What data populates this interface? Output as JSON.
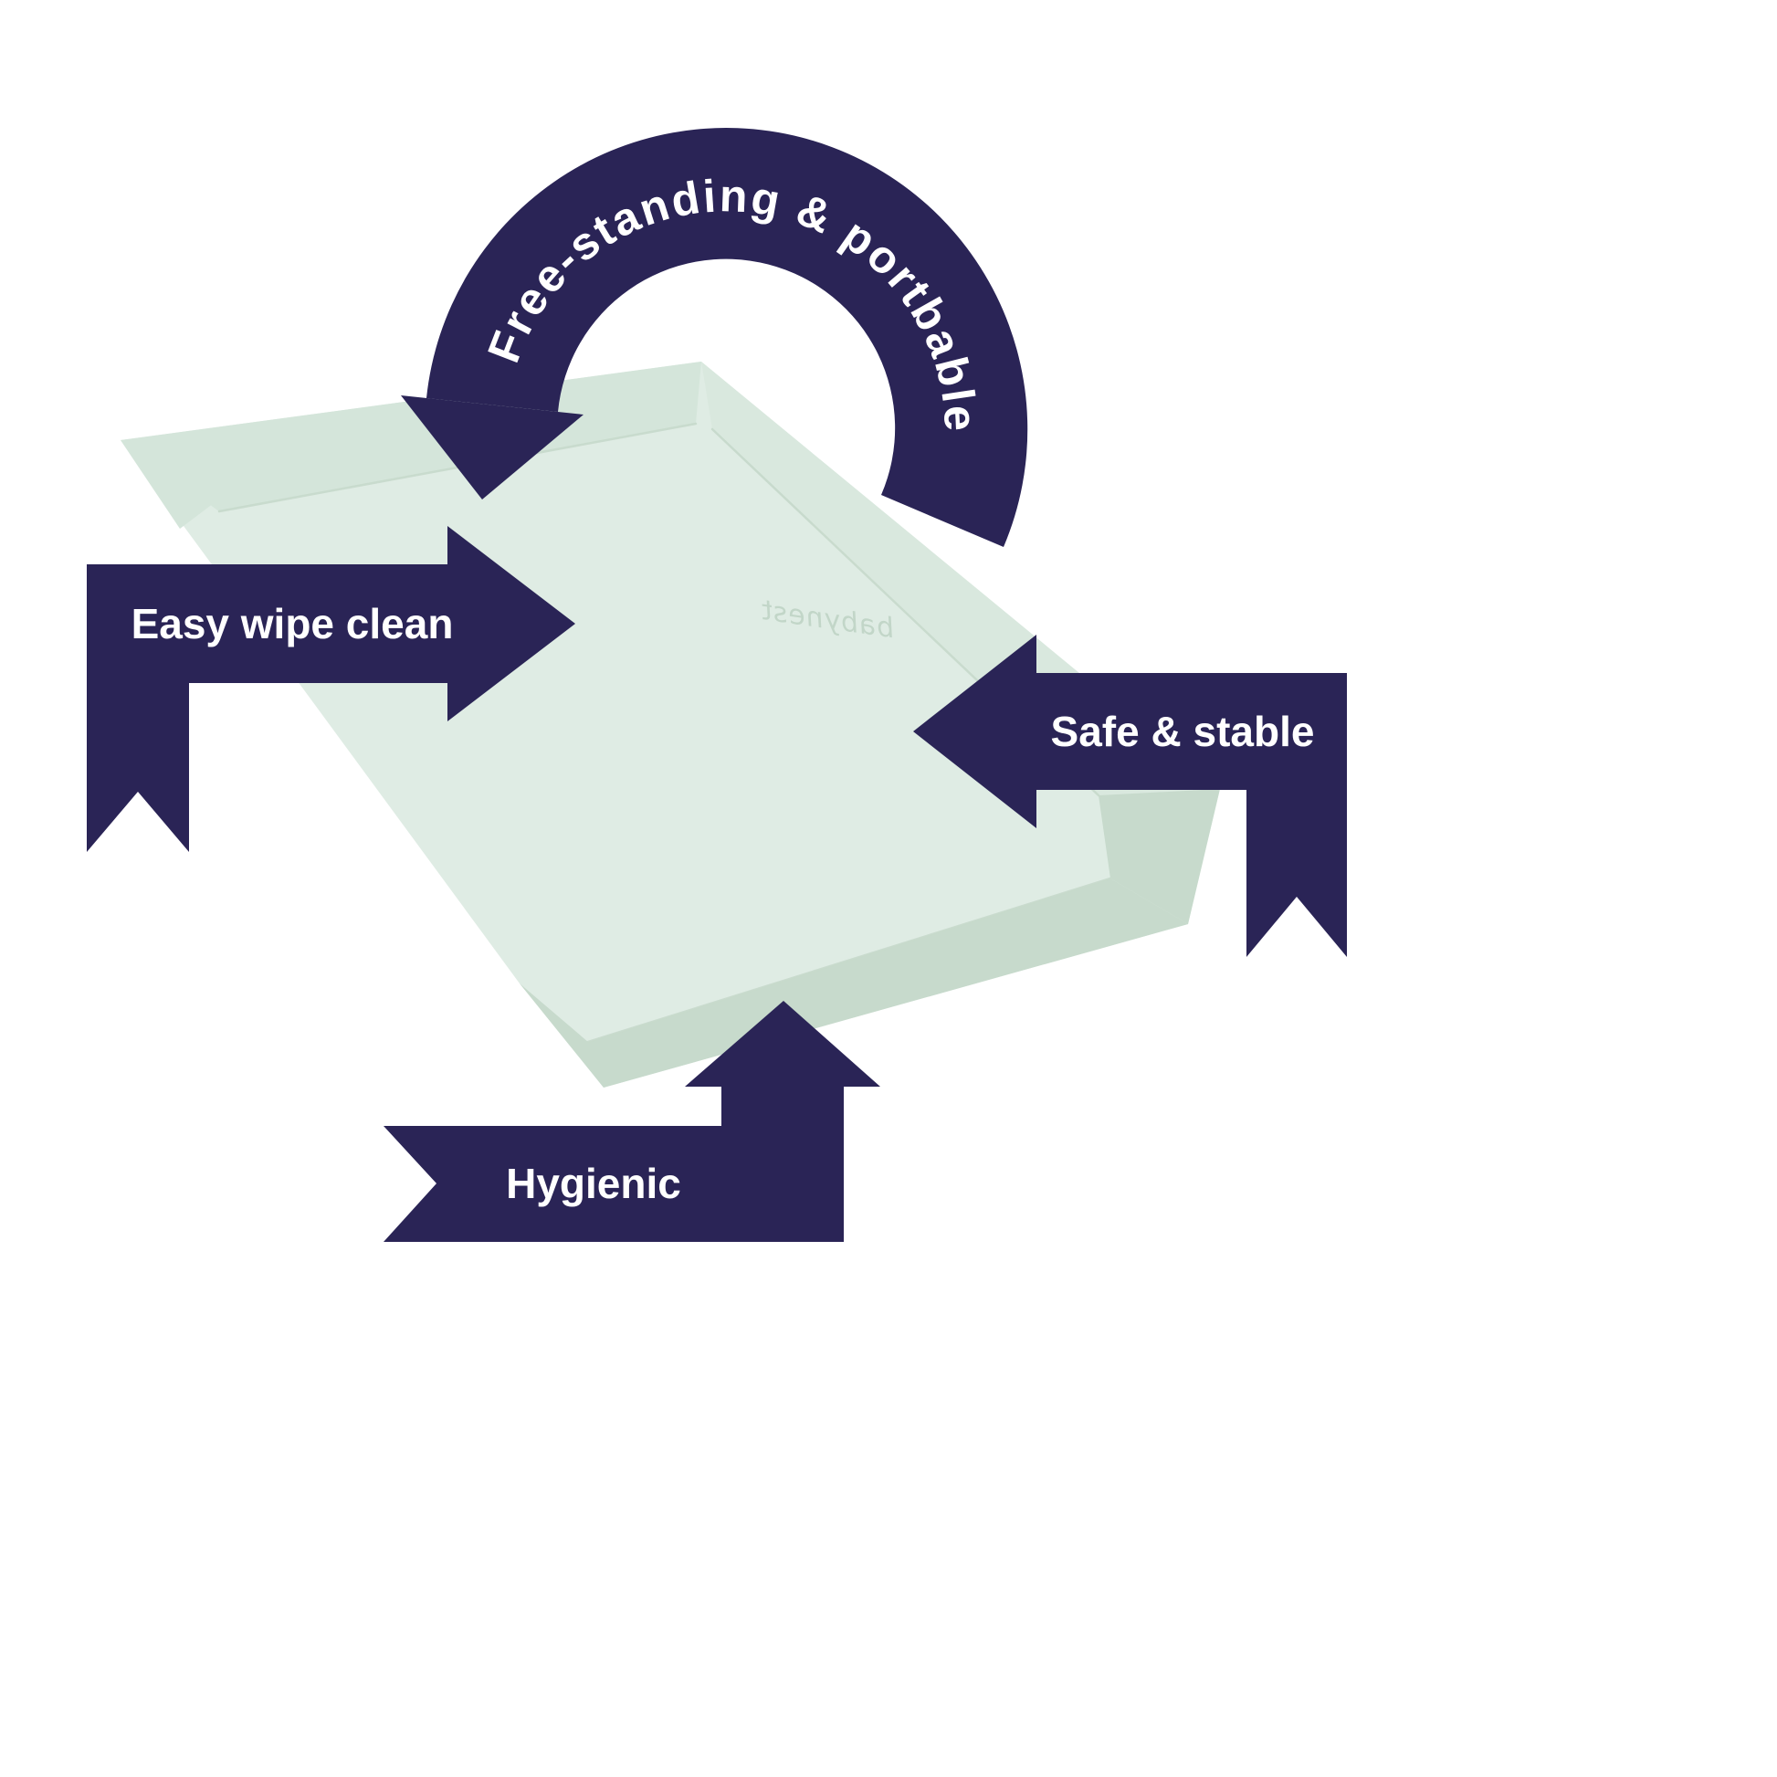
{
  "page": {
    "background": "#FFFFFF"
  },
  "colors": {
    "navy": "#2A2456",
    "label_text": "#FFFFFF",
    "mat_surface": "#DFECE4",
    "mat_wall": "#D4E5DA",
    "mat_wall_light": "#D9E8DE",
    "mat_side": "#C7DACC",
    "mat_crease": "#C6D9CB",
    "logo_text": "#C2D6C8"
  },
  "labels": {
    "arc": "Free-standing & portbable",
    "left_banner": "Easy wipe clean",
    "right_banner": "Safe & stable",
    "bottom_banner": "Hygienic"
  },
  "mat": {
    "logo": "babynest"
  }
}
